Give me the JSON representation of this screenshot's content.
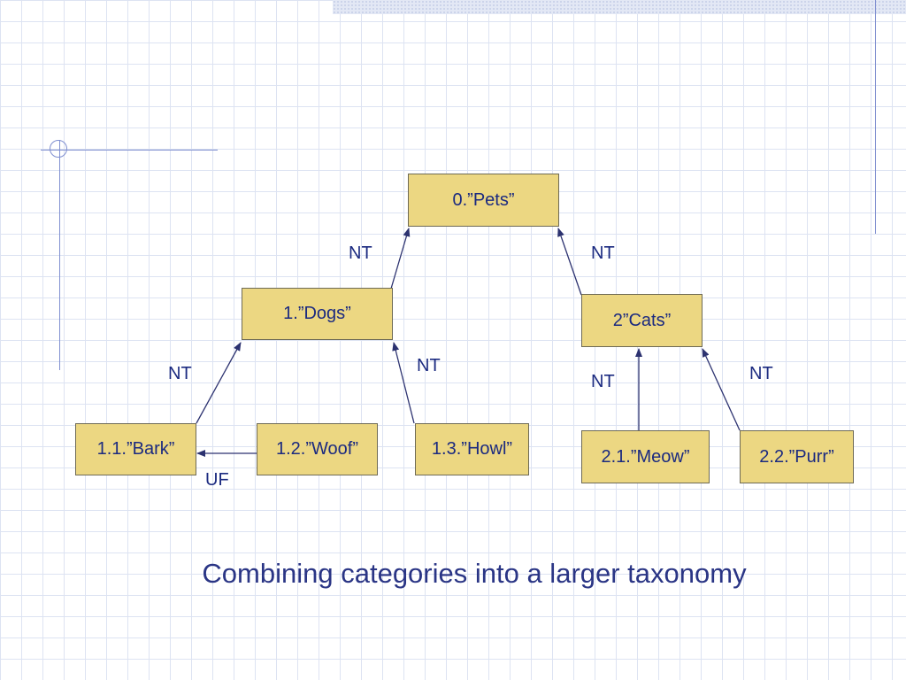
{
  "nodes": {
    "pets": "0.”Pets”",
    "dogs": "1.”Dogs”",
    "cats": "2”Cats”",
    "bark": "1.1.”Bark”",
    "woof": "1.2.”Woof”",
    "howl": "1.3.”Howl”",
    "meow": "2.1.”Meow”",
    "purr": "2.2.”Purr”"
  },
  "relations": {
    "nt": "NT",
    "uf": "UF"
  },
  "caption": "Combining categories into a larger taxonomy",
  "colors": {
    "node_fill": "#ecd782",
    "node_border": "#6e6a55",
    "text": "#1b2a80",
    "connector": "#2c3270",
    "grid": "#dde3f2"
  }
}
